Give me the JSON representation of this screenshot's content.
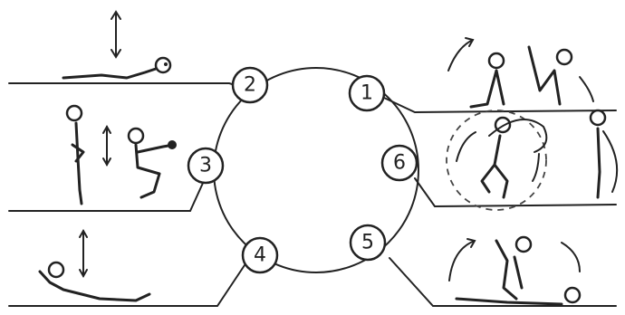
{
  "diagram": {
    "circuit_stations": [
      {
        "label": "1"
      },
      {
        "label": "2"
      },
      {
        "label": "3"
      },
      {
        "label": "4"
      },
      {
        "label": "5"
      },
      {
        "label": "6"
      }
    ],
    "colors": {
      "ink": "#222222",
      "background": "#ffffff"
    }
  }
}
